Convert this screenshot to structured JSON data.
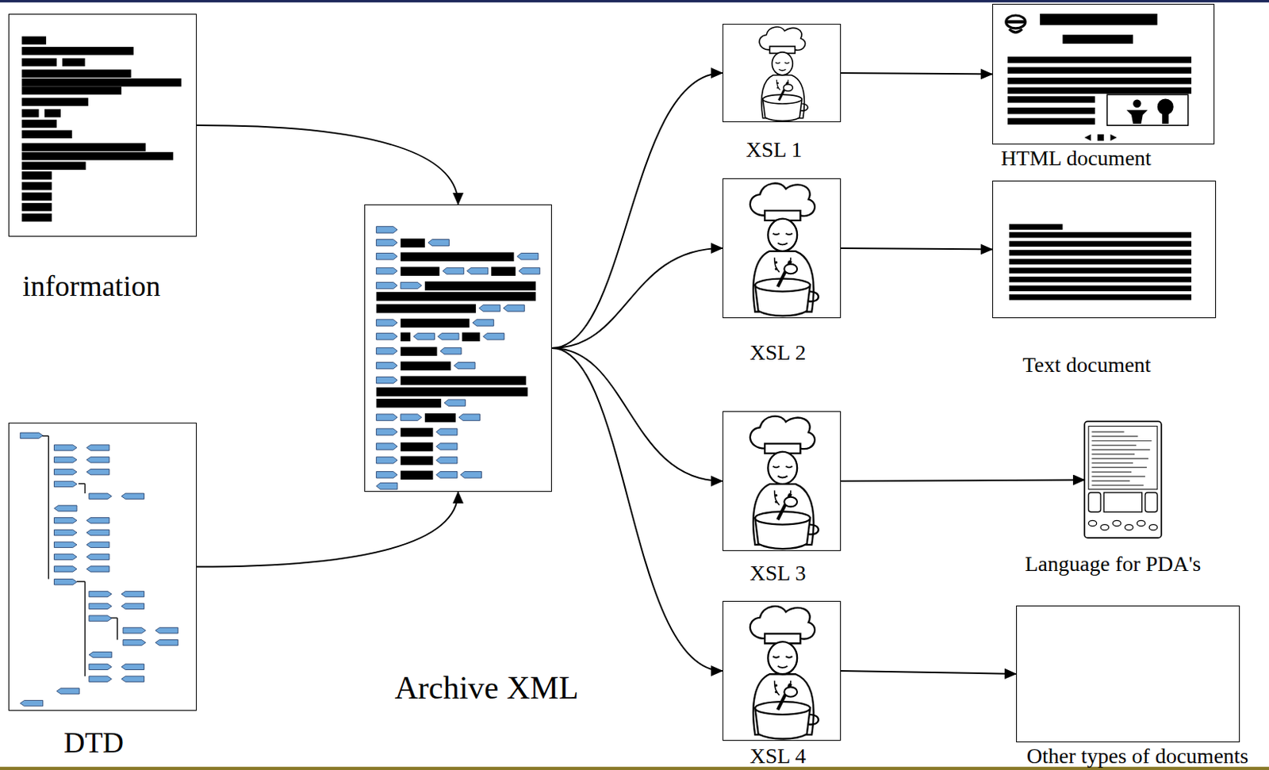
{
  "diagram": {
    "nodes": [
      {
        "text": [
          "information"
        ]
      },
      {
        "text": [
          "DTD"
        ]
      },
      {
        "text": [
          "Archive XML"
        ]
      },
      {
        "text": [
          "XSL 1"
        ]
      },
      {
        "text": [
          "HTML document"
        ]
      },
      {
        "text": [
          "XSL 2"
        ]
      },
      {
        "text": [
          "Text document"
        ]
      },
      {
        "text": [
          "XSL 3"
        ]
      },
      {
        "text": [
          "Language for PDA's"
        ]
      },
      {
        "text": [
          "XSL 4"
        ]
      },
      {
        "text": [
          "Other types of documents"
        ]
      }
    ],
    "edges": [
      {
        "from": 0,
        "to": 2,
        "arrow": "to"
      },
      {
        "from": 1,
        "to": 2,
        "arrow": "to"
      },
      {
        "from": 2,
        "to": 3,
        "arrow": "to"
      },
      {
        "from": 2,
        "to": 5,
        "arrow": "to"
      },
      {
        "from": 2,
        "to": 7,
        "arrow": "to"
      },
      {
        "from": 2,
        "to": 9,
        "arrow": "to"
      },
      {
        "from": 3,
        "to": 4,
        "arrow": "to"
      },
      {
        "from": 5,
        "to": 6,
        "arrow": "to"
      },
      {
        "from": 7,
        "to": 8,
        "arrow": "to"
      },
      {
        "from": 9,
        "to": 10,
        "arrow": "to"
      }
    ]
  }
}
